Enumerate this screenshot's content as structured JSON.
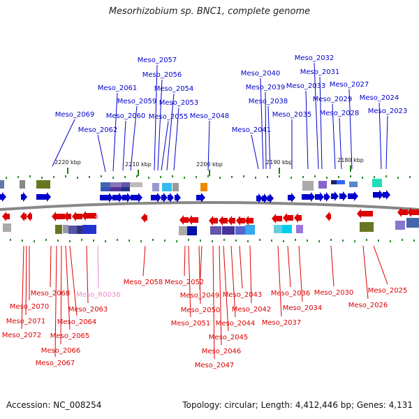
{
  "title": "Mesorhizobium sp. BNC1, complete genome",
  "accession": "Accession: NC_008254",
  "summary": "Topology: circular; Length: 4,412,446 bp; Genes: 4,131",
  "scale_ticks": [
    "2220 kbp",
    "2210 kbp",
    "2200 kbp",
    "2190 kbp",
    "2180 kbp"
  ],
  "colors": {
    "forward": "#0000cc",
    "reverse": "#dd0000",
    "rna": "#ee88cc",
    "backbone": "#888888"
  },
  "forward_genes": [
    "Meso_2069",
    "Meso_2062",
    "Meso_2061",
    "Meso_2060",
    "Meso_2059",
    "Meso_2057",
    "Meso_2056",
    "Meso_2055",
    "Meso_2054",
    "Meso_2053",
    "Meso_2048",
    "Meso_2041",
    "Meso_2040",
    "Meso_2039",
    "Meso_2038",
    "Meso_2035",
    "Meso_2033",
    "Meso_2032",
    "Meso_2031",
    "Meso_2029",
    "Meso_2028",
    "Meso_2027",
    "Meso_2024",
    "Meso_2023"
  ],
  "reverse_genes": [
    "Meso_2068",
    "Meso_2070",
    "Meso_2071",
    "Meso_2072",
    "Meso_2067",
    "Meso_2066",
    "Meso_2065",
    "Meso_2064",
    "Meso_2063",
    "Meso_R0036",
    "Meso_2058",
    "Meso_2052",
    "Meso_2049",
    "Meso_2050",
    "Meso_2051",
    "Meso_2047",
    "Meso_2046",
    "Meso_2045",
    "Meso_2044",
    "Meso_2043",
    "Meso_2042",
    "Meso_2037",
    "Meso_2036",
    "Meso_2034",
    "Meso_2030",
    "Meso_2026",
    "Meso_2025"
  ]
}
